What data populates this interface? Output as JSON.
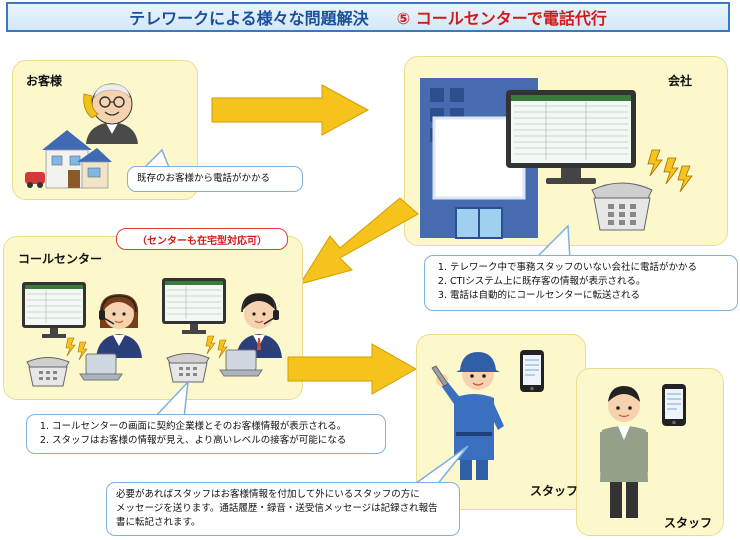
{
  "title": {
    "main": "テレワークによる様々な問題解決",
    "sub": "⑤ コールセンターで電話代行"
  },
  "customer": {
    "label": "お客様",
    "callout": "既存のお客様から電話がかかる"
  },
  "company": {
    "label": "会社",
    "steps": [
      "テレワーク中で事務スタッフのいない会社に電話がかかる",
      "CTIシステム上に既存客の情報が表示される。",
      "電話は自動的にコールセンターに転送される"
    ]
  },
  "callcenter": {
    "label": "コールセンター",
    "tag": "（センターも在宅型対応可）",
    "steps": [
      "コールセンターの画面に契約企業様とそのお客様情報が表示される。",
      "スタッフはお客様の情報が見え、より高いレベルの接客が可能になる"
    ]
  },
  "staff": {
    "label1": "スタッフ",
    "label2": "スタッフ",
    "callout_lines": [
      "必要があればスタッフはお客様情報を付加して外にいるスタッフの方に",
      "メッセージを送ります。通話履歴・録音・送受信メッセージは記録され報告",
      "書に転記されます。"
    ]
  },
  "colors": {
    "title_blue": "#1a4f9c",
    "title_red": "#d11a1a",
    "panel_fill": "#fdf8cc",
    "arrow_fill": "#f6c21c",
    "callout_border": "#7fb0de"
  }
}
